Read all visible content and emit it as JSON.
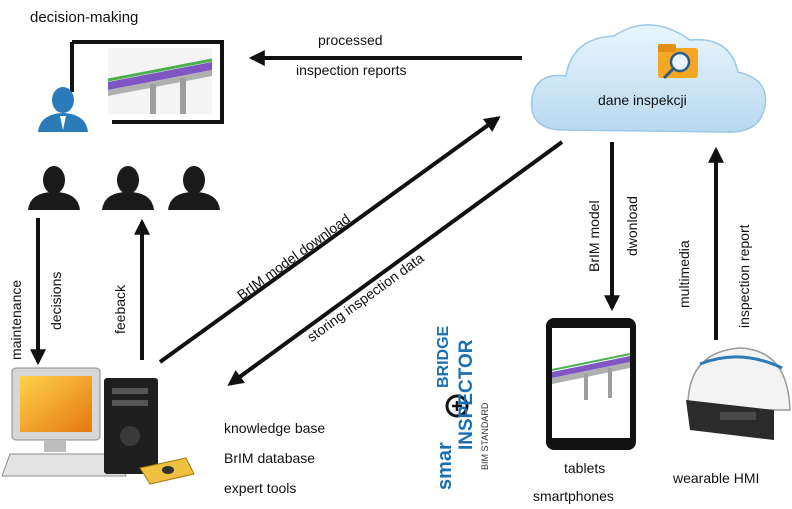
{
  "nodes": {
    "decision_making": "decision-making",
    "cloud": "dane inspekcji",
    "computer_lines": [
      "knowledge base",
      "BrIM database",
      "expert tools"
    ],
    "tablets": "tablets",
    "smartphones": "smartphones",
    "wearable": "wearable HMI"
  },
  "arrows": {
    "processed_line1": "processed",
    "processed_line2": "inspection reports",
    "maintenance_line1": "maintenance",
    "maintenance_line2": "decisions",
    "feeback": "feeback",
    "brim_download": "BrIM model download",
    "storing": "storing inspection data",
    "brim_dwonload_line1": "BrIM model",
    "brim_dwonload_line2": "dwonload",
    "multimedia_line1": "multimedia",
    "multimedia_line2": "inspection report"
  },
  "logo": {
    "line1": "smar",
    "line2": "BRIDGE",
    "line3": "INSPECTOR",
    "line4": "BIM STANDARD"
  },
  "colors": {
    "arrow": "#111111",
    "cloud": "#cfe6f7",
    "logo_blue": "#1b6fb5",
    "person": "#1a1a1a",
    "person_top": "#2a7bb8",
    "monitor_screen": "#f29a1a"
  }
}
